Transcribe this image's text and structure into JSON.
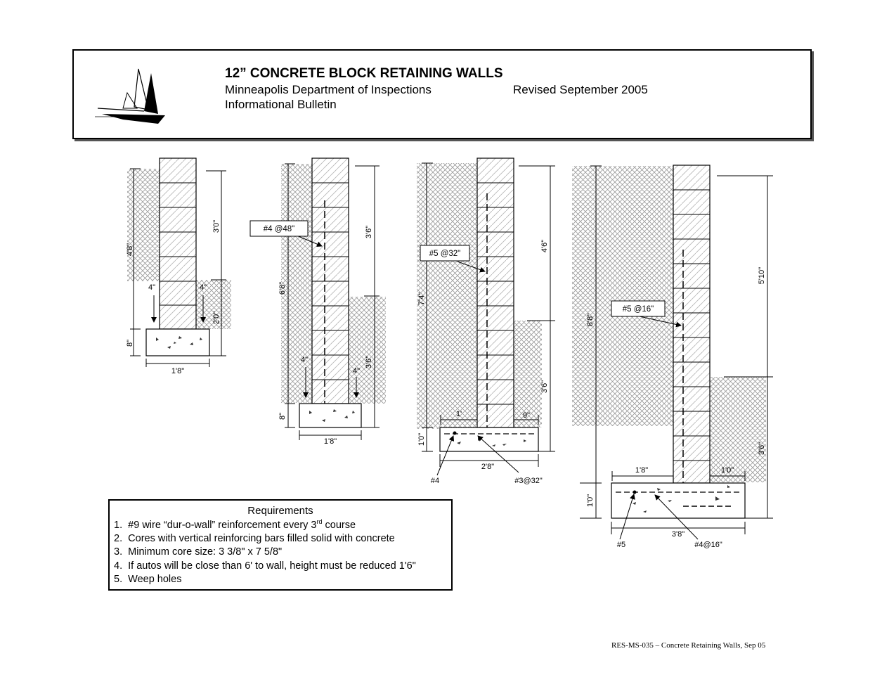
{
  "header": {
    "title": "12” CONCRETE BLOCK RETAINING WALLS",
    "department": "Minneapolis Department of Inspections",
    "bulletin": "Informational Bulletin",
    "revised": "Revised September 2005",
    "logo_icon": "minneapolis-sail-logo-icon"
  },
  "walls": {
    "wall1": {
      "total_height": "4'8\"",
      "upper_dim": "3'0\"",
      "lower_dim": "2'0\"",
      "footing_thickness": "8\"",
      "footing_width": "1'8\"",
      "left_offset": "4\"",
      "right_offset": "4\""
    },
    "wall2": {
      "total_height": "6'8\"",
      "upper_dim": "3'6\"",
      "lower_dim": "3'6\"",
      "footing_thickness": "8\"",
      "footing_width": "1'8\"",
      "left_offset": "4\"",
      "right_offset": "4\"",
      "rebar": "#4 @48\""
    },
    "wall3": {
      "total_height": "7'4\"",
      "upper_dim": "4'6\"",
      "lower_dim": "3'6\"",
      "footing_thickness": "1'0\"",
      "footing_width": "2'8\"",
      "heel": "1'",
      "toe": "9\"",
      "rebar": "#5 @32\"",
      "bar_bottom": "#4",
      "bar_footing": "#3@32\""
    },
    "wall4": {
      "total_height": "8'8\"",
      "upper_dim": "5'10\"",
      "lower_dim": "3'6\"",
      "footing_thickness": "1'0\"",
      "footing_width": "3'8\"",
      "heel": "1'8\"",
      "toe": "1'0\"",
      "rebar": "#5 @16\"",
      "bar_bottom": "#5",
      "bar_footing": "#4@16\""
    }
  },
  "requirements": {
    "title": "Requirements",
    "items": [
      {
        "num": "1.",
        "pre": "#9 wire “dur-o-wall” reinforcement every 3",
        "sup": "rd",
        "post": " course"
      },
      {
        "num": "2.",
        "pre": "Cores with vertical reinforcing bars filled solid with concrete",
        "sup": "",
        "post": ""
      },
      {
        "num": "3.",
        "pre": "Minimum core size:  3 3/8\" x 7 5/8\"",
        "sup": "",
        "post": ""
      },
      {
        "num": "4.",
        "pre": "If autos will be close than 6' to wall, height must be reduced 1'6\"",
        "sup": "",
        "post": ""
      },
      {
        "num": "5.",
        "pre": "Weep holes",
        "sup": "",
        "post": ""
      }
    ]
  },
  "footer": {
    "text": "RES-MS-035 – Concrete Retaining Walls, Sep 05"
  }
}
